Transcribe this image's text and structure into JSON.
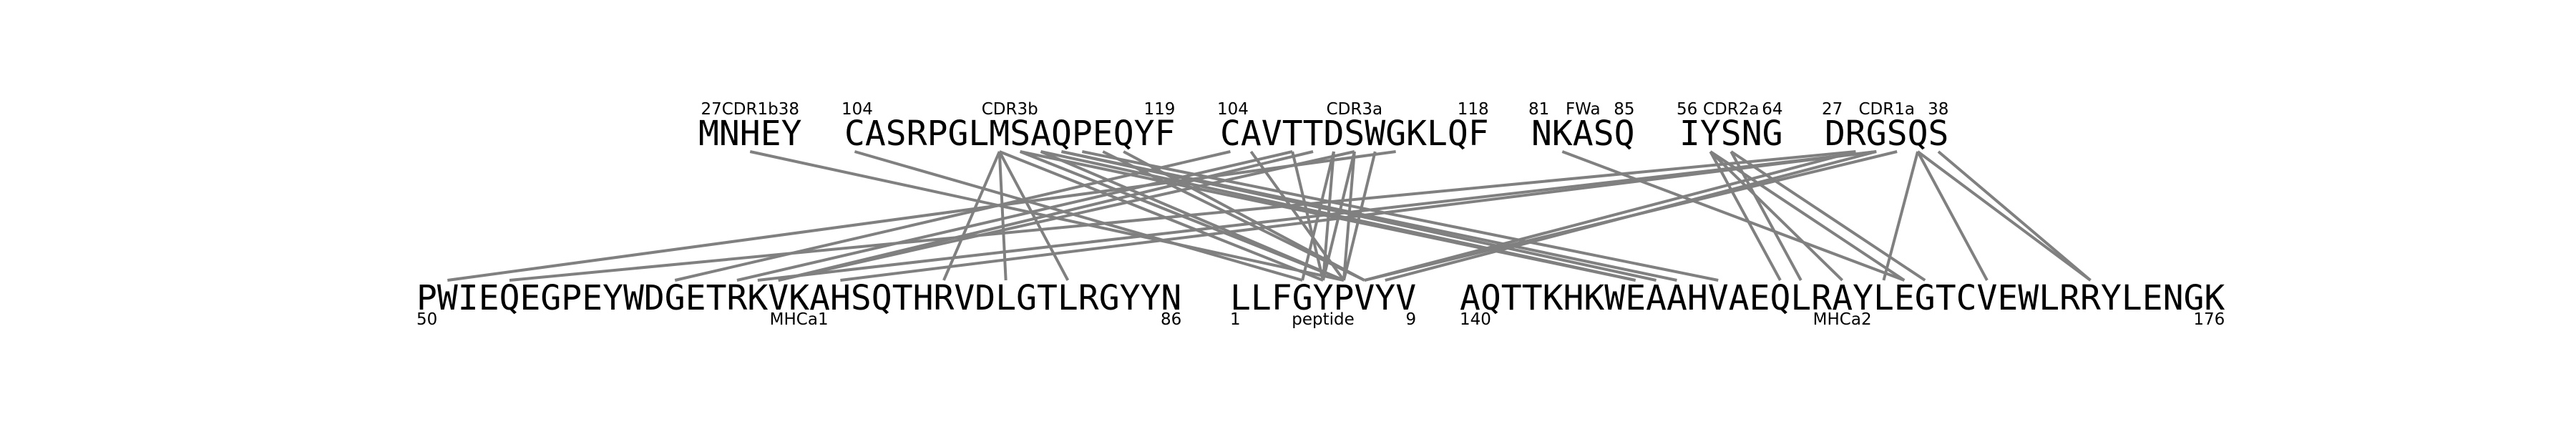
{
  "colors": {
    "link": "#808080",
    "text": "#000000",
    "background": "#ffffff"
  },
  "top": [
    {
      "id": "cdr1b",
      "sequence": "MNHEY",
      "start": "27",
      "name": "CDR1b",
      "end": "38"
    },
    {
      "id": "cdr3b",
      "sequence": "CASRPGLMSAQPEQYF",
      "start": "104",
      "name": "CDR3b",
      "end": "119"
    },
    {
      "id": "cdr3a",
      "sequence": "CAVTTDSWGKLQF",
      "start": "104",
      "name": "CDR3a",
      "end": "118"
    },
    {
      "id": "fwa",
      "sequence": "NKASQ",
      "start": "81",
      "name": "FWa",
      "end": "85"
    },
    {
      "id": "cdr2a",
      "sequence": "IYSNG",
      "start": "56",
      "name": "CDR2a",
      "end": "64"
    },
    {
      "id": "cdr1a",
      "sequence": "DRGSQS",
      "start": "27",
      "name": "CDR1a",
      "end": "38"
    }
  ],
  "bottom": [
    {
      "id": "mhca1",
      "sequence": "PWIEQEGPEYWDGETRKVKAHSQTHRVDLGTLRGYYN",
      "start": "50",
      "name": "MHCa1",
      "end": "86"
    },
    {
      "id": "peptide",
      "sequence": "LLFGYPVYV",
      "start": "1",
      "name": "peptide",
      "end": "9"
    },
    {
      "id": "mhca2",
      "sequence": "AQTTKHKWEAAHVAEQLRAYLEGTCVEWLRRYLENGK",
      "start": "140",
      "name": "MHCa2",
      "end": "176"
    }
  ],
  "contacts": [
    [
      "cdr1b",
      2,
      "peptide",
      5
    ],
    [
      "cdr3b",
      0,
      "peptide",
      3
    ],
    [
      "cdr3b",
      7,
      "mhca1",
      31
    ],
    [
      "cdr3b",
      7,
      "mhca1",
      28
    ],
    [
      "cdr3b",
      7,
      "mhca1",
      25
    ],
    [
      "cdr3b",
      7,
      "peptide",
      4
    ],
    [
      "cdr3b",
      8,
      "peptide",
      5
    ],
    [
      "cdr3b",
      8,
      "mhca2",
      8
    ],
    [
      "cdr3b",
      9,
      "peptide",
      5
    ],
    [
      "cdr3b",
      9,
      "mhca2",
      8
    ],
    [
      "cdr3b",
      10,
      "mhca2",
      9
    ],
    [
      "cdr3b",
      10,
      "mhca2",
      10
    ],
    [
      "cdr3b",
      11,
      "mhca2",
      12
    ],
    [
      "cdr3b",
      12,
      "peptide",
      6
    ],
    [
      "cdr3b",
      13,
      "peptide",
      6
    ],
    [
      "cdr3a",
      0,
      "mhca1",
      12
    ],
    [
      "cdr3a",
      1,
      "peptide",
      5
    ],
    [
      "cdr3a",
      3,
      "peptide",
      4
    ],
    [
      "cdr3a",
      3,
      "mhca1",
      15
    ],
    [
      "cdr3a",
      4,
      "mhca1",
      17
    ],
    [
      "cdr3a",
      5,
      "peptide",
      4
    ],
    [
      "cdr3a",
      5,
      "peptide",
      3
    ],
    [
      "cdr3a",
      6,
      "peptide",
      4
    ],
    [
      "cdr3a",
      6,
      "peptide",
      5
    ],
    [
      "cdr3a",
      6,
      "mhca1",
      17
    ],
    [
      "cdr3a",
      7,
      "peptide",
      5
    ],
    [
      "cdr3a",
      8,
      "mhca1",
      1
    ],
    [
      "fwa",
      1,
      "mhca2",
      21
    ],
    [
      "cdr2a",
      1,
      "mhca2",
      18
    ],
    [
      "cdr2a",
      1,
      "mhca2",
      15
    ],
    [
      "cdr2a",
      1,
      "mhca2",
      21
    ],
    [
      "cdr2a",
      2,
      "mhca2",
      22
    ],
    [
      "cdr2a",
      2,
      "mhca2",
      16
    ],
    [
      "cdr1a",
      1,
      "mhca1",
      4
    ],
    [
      "cdr1a",
      1,
      "peptide",
      6
    ],
    [
      "cdr1a",
      2,
      "mhca1",
      16
    ],
    [
      "cdr1a",
      2,
      "mhca1",
      20
    ],
    [
      "cdr1a",
      2,
      "peptide",
      7
    ],
    [
      "cdr1a",
      3,
      "peptide",
      6
    ],
    [
      "cdr1a",
      4,
      "mhca2",
      25
    ],
    [
      "cdr1a",
      4,
      "mhca2",
      30
    ],
    [
      "cdr1a",
      4,
      "mhca2",
      20
    ],
    [
      "cdr1a",
      5,
      "mhca2",
      30
    ]
  ]
}
